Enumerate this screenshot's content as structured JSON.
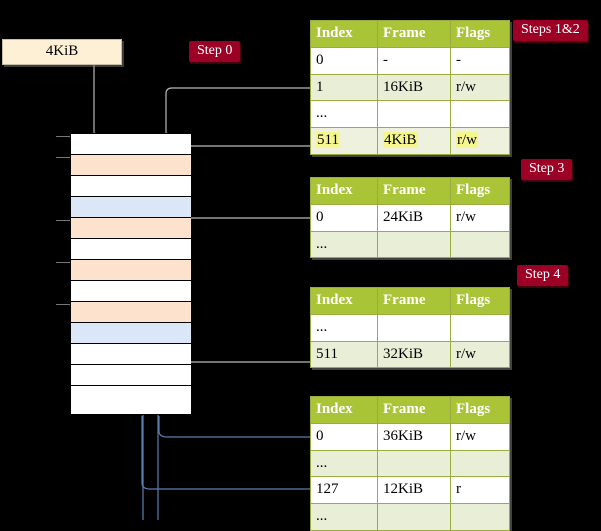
{
  "diagram": {
    "title_bar_absent": true,
    "background": "#000000",
    "accent_table_header": "#aac437",
    "accent_badge": "#9c0024",
    "highlight_yellow": "#f6f68f",
    "orange_block": "#fde3cd",
    "blue_block": "#dbe7f7",
    "request_box_fill": "#fdf0d5"
  },
  "request": {
    "label": "4KiB"
  },
  "badges": [
    {
      "name": "step-0",
      "label": "Step 0"
    },
    {
      "name": "steps-1-2",
      "label": "Steps 1&2"
    },
    {
      "name": "step-3",
      "label": "Step 3"
    },
    {
      "name": "step-4",
      "label": "Step 4"
    }
  ],
  "columns": [
    "Index",
    "Frame",
    "Flags"
  ],
  "tables": [
    {
      "name": "page-table-level-0",
      "rows": [
        {
          "style": "plain",
          "index": "0",
          "frame": "-",
          "flags": "-",
          "highlight": false
        },
        {
          "style": "alt",
          "index": "1",
          "frame": "16KiB",
          "flags": "r/w",
          "highlight": false
        },
        {
          "style": "plain",
          "index": "...",
          "frame": "",
          "flags": "",
          "highlight": false
        },
        {
          "style": "hl",
          "index": "511",
          "frame": "4KiB",
          "flags": "r/w",
          "highlight": true
        }
      ]
    },
    {
      "name": "page-table-level-1",
      "rows": [
        {
          "style": "plain",
          "index": "0",
          "frame": "24KiB",
          "flags": "r/w",
          "highlight": false
        },
        {
          "style": "alt",
          "index": "...",
          "frame": "",
          "flags": "",
          "highlight": false
        }
      ]
    },
    {
      "name": "page-table-level-2",
      "rows": [
        {
          "style": "plain",
          "index": "...",
          "frame": "",
          "flags": "",
          "highlight": false
        },
        {
          "style": "alt",
          "index": "511",
          "frame": "32KiB",
          "flags": "r/w",
          "highlight": false
        }
      ]
    },
    {
      "name": "page-table-level-3",
      "rows": [
        {
          "style": "plain",
          "index": "0",
          "frame": "36KiB",
          "flags": "r/w",
          "highlight": false
        },
        {
          "style": "alt",
          "index": "...",
          "frame": "",
          "flags": "",
          "highlight": false
        },
        {
          "style": "plain",
          "index": "127",
          "frame": "12KiB",
          "flags": "r",
          "highlight": false
        },
        {
          "style": "alt",
          "index": "...",
          "frame": "",
          "flags": "",
          "highlight": false
        }
      ]
    }
  ],
  "memory": {
    "name": "physical-memory-column",
    "frame_count": 13,
    "frames": [
      {
        "fill": "white",
        "tick": true
      },
      {
        "fill": "orange",
        "tick": true
      },
      {
        "fill": "white",
        "tick": false
      },
      {
        "fill": "blue",
        "tick": false
      },
      {
        "fill": "orange",
        "tick": true
      },
      {
        "fill": "white",
        "tick": false
      },
      {
        "fill": "orange",
        "tick": true
      },
      {
        "fill": "white",
        "tick": false
      },
      {
        "fill": "orange",
        "tick": true
      },
      {
        "fill": "blue",
        "tick": false
      },
      {
        "fill": "white",
        "tick": false
      },
      {
        "fill": "white",
        "tick": false
      },
      {
        "fill": "white",
        "tick": false
      }
    ]
  }
}
